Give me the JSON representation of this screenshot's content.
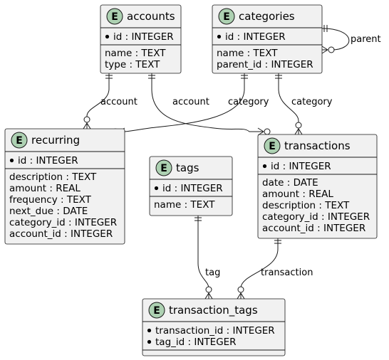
{
  "colors": {
    "entity_fill": "#f1f1f1",
    "badge_fill": "#add1b2",
    "line": "#181818",
    "background": "#ffffff"
  },
  "entity_badge_letter": "E",
  "entities": {
    "accounts": {
      "name": "accounts",
      "keys": [
        "id : INTEGER"
      ],
      "fields": [
        "name : TEXT",
        "type : TEXT"
      ]
    },
    "categories": {
      "name": "categories",
      "keys": [
        "id : INTEGER"
      ],
      "fields": [
        "name : TEXT",
        "parent_id : INTEGER"
      ]
    },
    "recurring": {
      "name": "recurring",
      "keys": [
        "id : INTEGER"
      ],
      "fields": [
        "description : TEXT",
        "amount : REAL",
        "frequency : TEXT",
        "next_due : DATE",
        "category_id : INTEGER",
        "account_id : INTEGER"
      ]
    },
    "tags": {
      "name": "tags",
      "keys": [
        "id : INTEGER"
      ],
      "fields": [
        "name : TEXT"
      ]
    },
    "transactions": {
      "name": "transactions",
      "keys": [
        "id : INTEGER"
      ],
      "fields": [
        "date : DATE",
        "amount : REAL",
        "description : TEXT",
        "category_id : INTEGER",
        "account_id : INTEGER"
      ]
    },
    "transaction_tags": {
      "name": "transaction_tags",
      "keys": [
        "transaction_id : INTEGER",
        "tag_id : INTEGER"
      ],
      "fields": []
    }
  },
  "relationships": [
    {
      "from": "categories",
      "to": "categories",
      "label": "parent",
      "from_card": "one",
      "to_card": "zero-or-many"
    },
    {
      "from": "accounts",
      "to": "recurring",
      "label": "account",
      "from_card": "one",
      "to_card": "zero-or-many"
    },
    {
      "from": "accounts",
      "to": "transactions",
      "label": "account",
      "from_card": "one",
      "to_card": "zero-or-many"
    },
    {
      "from": "categories",
      "to": "recurring",
      "label": "category",
      "from_card": "one",
      "to_card": "zero-or-many"
    },
    {
      "from": "categories",
      "to": "transactions",
      "label": "category",
      "from_card": "one",
      "to_card": "zero-or-many"
    },
    {
      "from": "tags",
      "to": "transaction_tags",
      "label": "tag",
      "from_card": "one",
      "to_card": "zero-or-many"
    },
    {
      "from": "transactions",
      "to": "transaction_tags",
      "label": "transaction",
      "from_card": "one",
      "to_card": "zero-or-many"
    }
  ]
}
